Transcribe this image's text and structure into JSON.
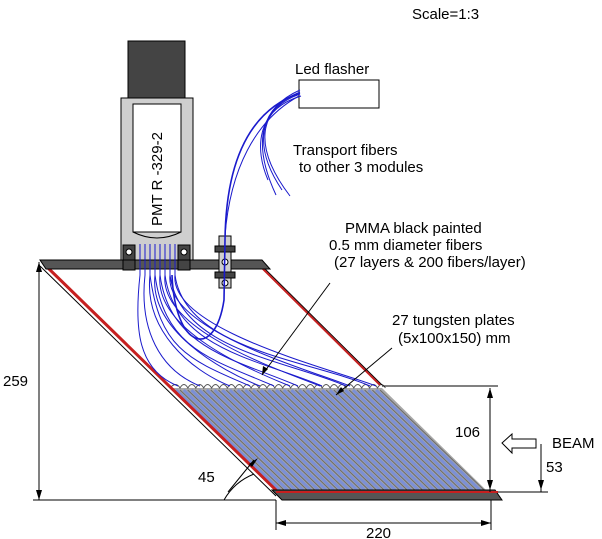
{
  "scale": "Scale=1:3",
  "led_flasher": "Led flasher",
  "transport": {
    "line1": "Transport fibers",
    "line2": "to other 3 modules"
  },
  "pmt_label": "PMT R -329-2",
  "pmma": {
    "line1": "PMMA black painted",
    "line2": "0.5 mm diameter fibers",
    "line3": "(27 layers & 200 fibers/layer)"
  },
  "tungsten": {
    "line1": "27 tungsten plates",
    "line2": "(5x100x150) mm"
  },
  "dimensions": {
    "height_total": "259",
    "height_active": "106",
    "beam_height": "53",
    "angle": "45",
    "width": "220"
  },
  "beam_label": "BEAM",
  "colors": {
    "fiber": "#1a1acc",
    "plate_red": "#c62020",
    "plate_gray": "#555555",
    "pmt_dark": "#444444",
    "pmt_light": "#cfcfcf",
    "layer_blue": "#7b8fd6",
    "layer_gray": "#a8a8a8"
  }
}
